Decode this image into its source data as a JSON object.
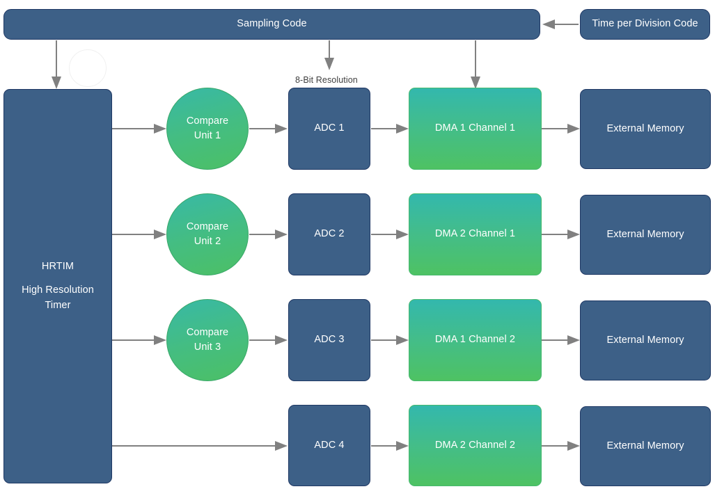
{
  "diagram": {
    "title": "HRTIM triggered multi-ADC DMA capture block diagram",
    "background": "#ffffff",
    "colors": {
      "box_blue_fill": "#3d6087",
      "box_blue_border": "#1f3864",
      "green_gradient_top": "#33b8ad",
      "green_gradient_bottom": "#4ec263",
      "circle_border": "#3aa86a",
      "connector_gray": "#808080",
      "label_text": "#3f3f3f",
      "node_text": "#ffffff",
      "ghost_circle_border": "#f0f0f0"
    },
    "top_bar": {
      "sampling_code_label": "Sampling Code",
      "time_per_division_label": "Time per Division Code"
    },
    "timer": {
      "name": "HRTIM",
      "description_line1": "High Resolution",
      "description_line2": "Timer"
    },
    "annotations": [
      {
        "text": "8-Bit Resolution"
      }
    ],
    "compare_units": [
      {
        "line1": "Compare",
        "line2": "Unit 1"
      },
      {
        "line1": "Compare",
        "line2": "Unit 2"
      },
      {
        "line1": "Compare",
        "line2": "Unit 3"
      }
    ],
    "adcs": [
      {
        "label": "ADC 1"
      },
      {
        "label": "ADC 2"
      },
      {
        "label": "ADC 3"
      },
      {
        "label": "ADC 4"
      }
    ],
    "dma_channels": [
      {
        "label": "DMA 1 Channel 1"
      },
      {
        "label": "DMA 2 Channel 1"
      },
      {
        "label": "DMA 1 Channel 2"
      },
      {
        "label": "DMA 2 Channel 2"
      }
    ],
    "memories": [
      {
        "label": "External Memory"
      },
      {
        "label": "External Memory"
      },
      {
        "label": "External Memory"
      },
      {
        "label": "External Memory"
      }
    ]
  }
}
